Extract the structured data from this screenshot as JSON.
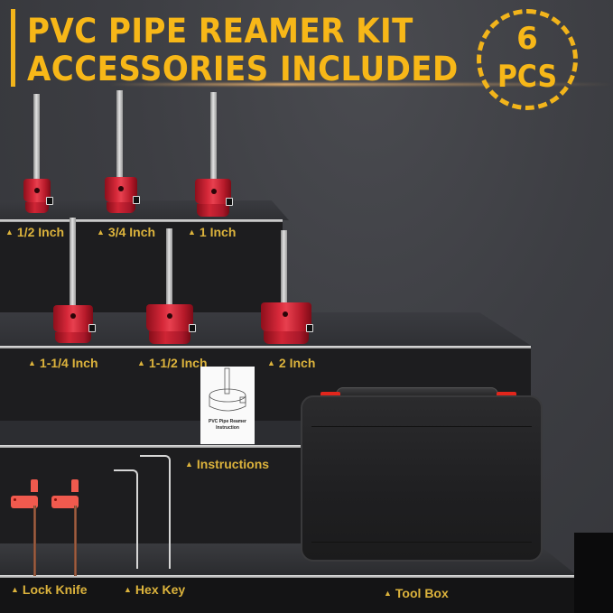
{
  "header": {
    "title_line1": "PVC PIPE REAMER KIT",
    "title_line2": "ACCESSORIES INCLUDED",
    "accent_color": "#f7b718"
  },
  "badge": {
    "count": "6",
    "unit": "PCS"
  },
  "reamers": [
    {
      "label": "1/2 Inch"
    },
    {
      "label": "3/4 Inch"
    },
    {
      "label": "1 Inch"
    },
    {
      "label": "1-1/4 Inch"
    },
    {
      "label": "1-1/2 Inch"
    },
    {
      "label": "2 Inch"
    }
  ],
  "accessories": {
    "instructions_label": "Instructions",
    "booklet_title_line1": "PVC Pipe Reamer",
    "booklet_title_line2": "Instruction",
    "lock_knife_label": "Lock Knife",
    "hex_key_label": "Hex Key",
    "tool_box_label": "Tool Box"
  },
  "colors": {
    "label_color": "#dcb33c",
    "reamer_red": "#d62839",
    "latch_red": "#e1261c",
    "background": "#3c3d41"
  },
  "marker_icon": "▲"
}
